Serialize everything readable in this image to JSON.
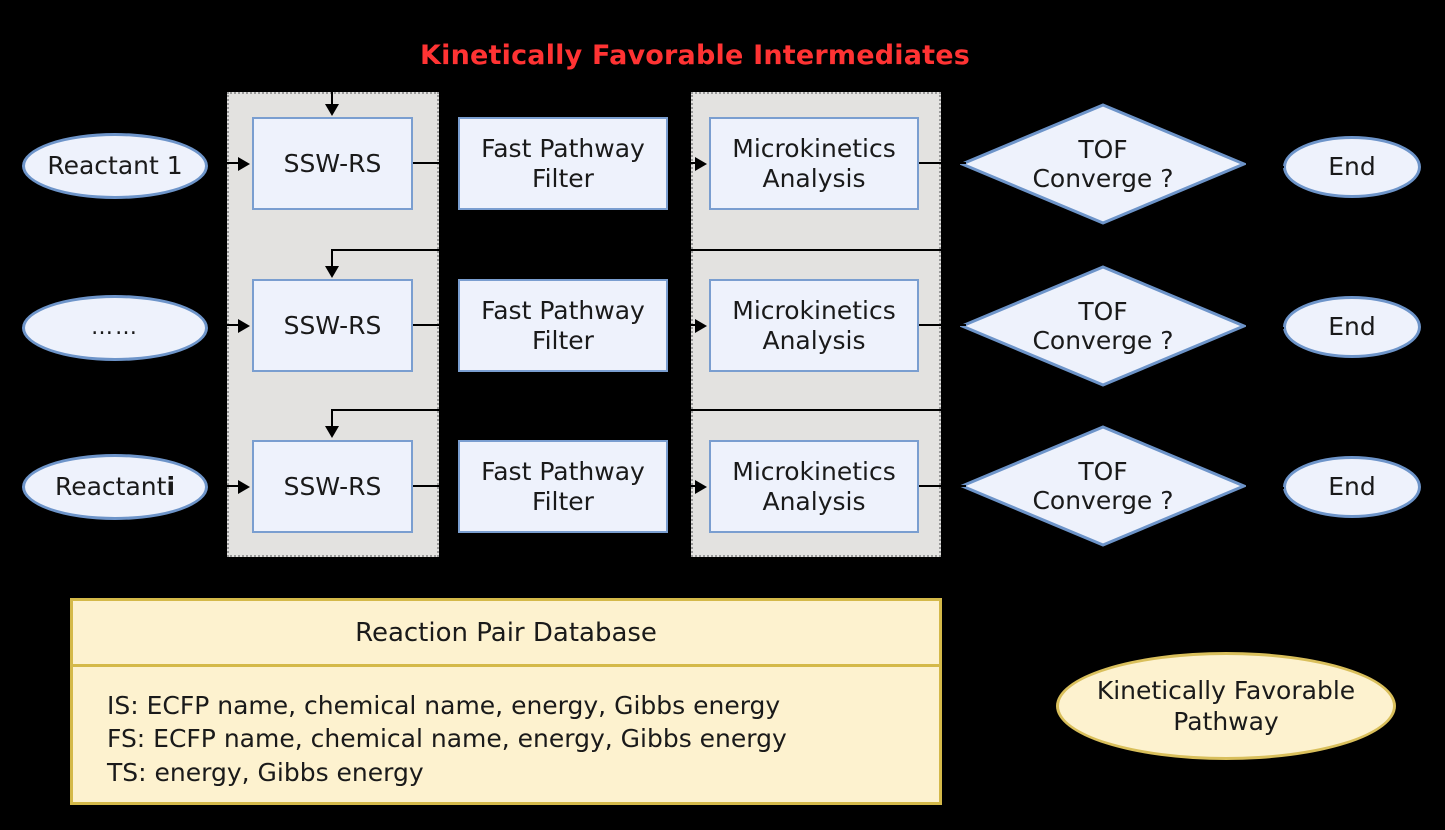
{
  "title": {
    "text": "Kinetically Favorable Intermediates",
    "color": "#ff3333"
  },
  "colors": {
    "background": "#000000",
    "box_fill": "#eef2fc",
    "box_border": "#7a9ed0",
    "panel_fill": "#e3e2e0",
    "panel_border": "#9a9a9a",
    "db_fill": "#fdf2cf",
    "db_border": "#d4b949",
    "title_red": "#ff3333",
    "connector": "#000000"
  },
  "rows": [
    {
      "reactant": "Reactant 1",
      "sswrs": "SSW-RS",
      "filter_line1": "Fast Pathway",
      "filter_line2": "Filter",
      "micro_line1": "Microkinetics",
      "micro_line2": "Analysis",
      "decision_line1": "TOF",
      "decision_line2": "Converge ?",
      "end": "End"
    },
    {
      "reactant": "……",
      "sswrs": "SSW-RS",
      "filter_line1": "Fast Pathway",
      "filter_line2": "Filter",
      "micro_line1": "Microkinetics",
      "micro_line2": "Analysis",
      "decision_line1": "TOF",
      "decision_line2": "Converge ?",
      "end": "End"
    },
    {
      "reactant": "Reactant i",
      "reactant_prefix": "Reactant ",
      "reactant_emphasis": "i",
      "sswrs": "SSW-RS",
      "filter_line1": "Fast Pathway",
      "filter_line2": "Filter",
      "micro_line1": "Microkinetics",
      "micro_line2": "Analysis",
      "decision_line1": "TOF",
      "decision_line2": "Converge ?",
      "end": "End"
    }
  ],
  "database": {
    "title": "Reaction Pair Database",
    "lines": [
      "IS: ECFP name, chemical name, energy, Gibbs energy",
      "FS: ECFP name, chemical name, energy, Gibbs energy",
      "TS: energy, Gibbs energy"
    ]
  },
  "result": {
    "line1": "Kinetically  Favorable",
    "line2": "Pathway"
  }
}
